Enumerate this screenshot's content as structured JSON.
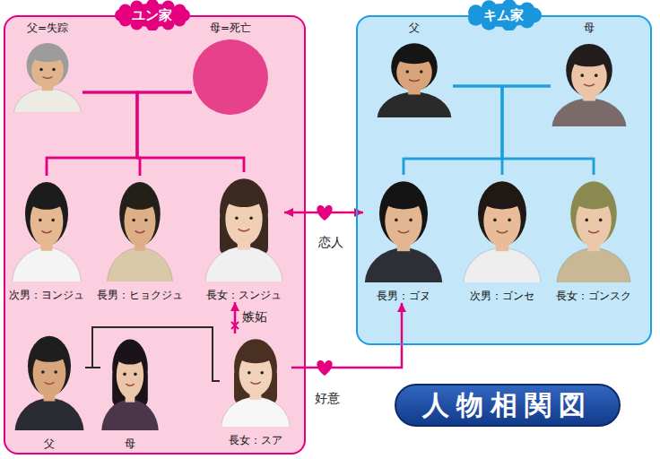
{
  "diagram": {
    "title": "人物相関図",
    "nodes": [
      {
        "text": [
          "ユン家"
        ]
      },
      {
        "text": [
          "父=失踪"
        ],
        "in": 0
      },
      {
        "text": [
          "母=死亡"
        ],
        "in": 0
      },
      {
        "text": [
          "次男：ヨンジュ"
        ],
        "in": 0
      },
      {
        "text": [
          "長男：ヒョクジュ"
        ],
        "in": 0
      },
      {
        "text": [
          "長女：スンジュ"
        ],
        "in": 0
      },
      {
        "text": [
          "父"
        ],
        "in": 0
      },
      {
        "text": [
          "母"
        ],
        "in": 0
      },
      {
        "text": [
          "長女：スア"
        ],
        "in": 0
      },
      {
        "text": [
          "キム家"
        ]
      },
      {
        "text": [
          "父"
        ],
        "in": 9
      },
      {
        "text": [
          "母"
        ],
        "in": 9
      },
      {
        "text": [
          "長男：ゴヌ"
        ],
        "in": 9
      },
      {
        "text": [
          "次男：ゴンセ"
        ],
        "in": 9
      },
      {
        "text": [
          "長女：ゴンスク"
        ],
        "in": 9
      }
    ],
    "edges": [
      {
        "from": 1,
        "to": 2,
        "arrow": "none"
      },
      {
        "from": 1,
        "to": 3,
        "arrow": "none"
      },
      {
        "from": 1,
        "to": 4,
        "arrow": "none"
      },
      {
        "from": 1,
        "to": 5,
        "arrow": "none"
      },
      {
        "from": 2,
        "to": 3,
        "arrow": "none"
      },
      {
        "from": 2,
        "to": 4,
        "arrow": "none"
      },
      {
        "from": 2,
        "to": 5,
        "arrow": "none"
      },
      {
        "from": 5,
        "to": 12,
        "label": "恋人",
        "arrow": "both"
      },
      {
        "from": 8,
        "to": 5,
        "label": "嫉妬",
        "arrow": "to"
      },
      {
        "from": 6,
        "to": 7,
        "arrow": "none"
      },
      {
        "from": 6,
        "to": 8,
        "arrow": "none"
      },
      {
        "from": 7,
        "to": 8,
        "arrow": "none"
      },
      {
        "from": 8,
        "to": 12,
        "label": "好意",
        "arrow": "to"
      },
      {
        "from": 10,
        "to": 11,
        "arrow": "none"
      },
      {
        "from": 10,
        "to": 12,
        "arrow": "none"
      },
      {
        "from": 10,
        "to": 13,
        "arrow": "none"
      },
      {
        "from": 10,
        "to": 14,
        "arrow": "none"
      },
      {
        "from": 11,
        "to": 12,
        "arrow": "none"
      },
      {
        "from": 11,
        "to": 13,
        "arrow": "none"
      },
      {
        "from": 11,
        "to": 14,
        "arrow": "none"
      }
    ]
  }
}
